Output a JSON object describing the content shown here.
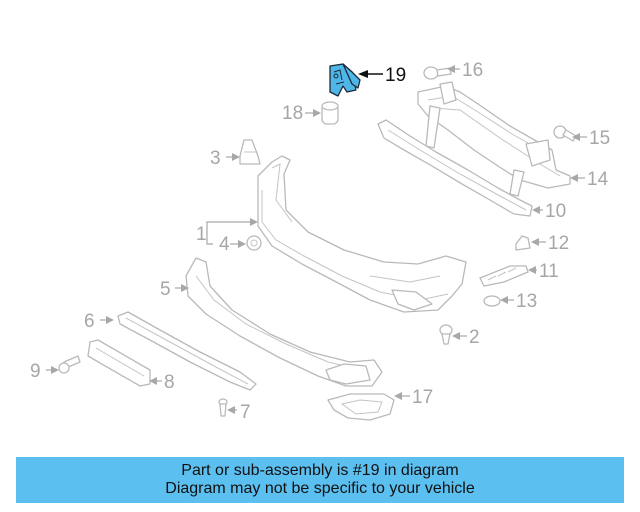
{
  "diagram": {
    "highlighted_part": "19",
    "highlight_color": "#4fb7e8",
    "callouts": {
      "c1": "1",
      "c2": "2",
      "c3": "3",
      "c4": "4",
      "c5": "5",
      "c6": "6",
      "c7": "7",
      "c8": "8",
      "c9": "9",
      "c10": "10",
      "c11": "11",
      "c12": "12",
      "c13": "13",
      "c14": "14",
      "c15": "15",
      "c16": "16",
      "c17": "17",
      "c18": "18",
      "c19": "19"
    }
  },
  "banner": {
    "line1": "Part or sub-assembly is #19 in diagram",
    "line2": "Diagram may not be specific to your vehicle",
    "background": "#5bbff0"
  }
}
